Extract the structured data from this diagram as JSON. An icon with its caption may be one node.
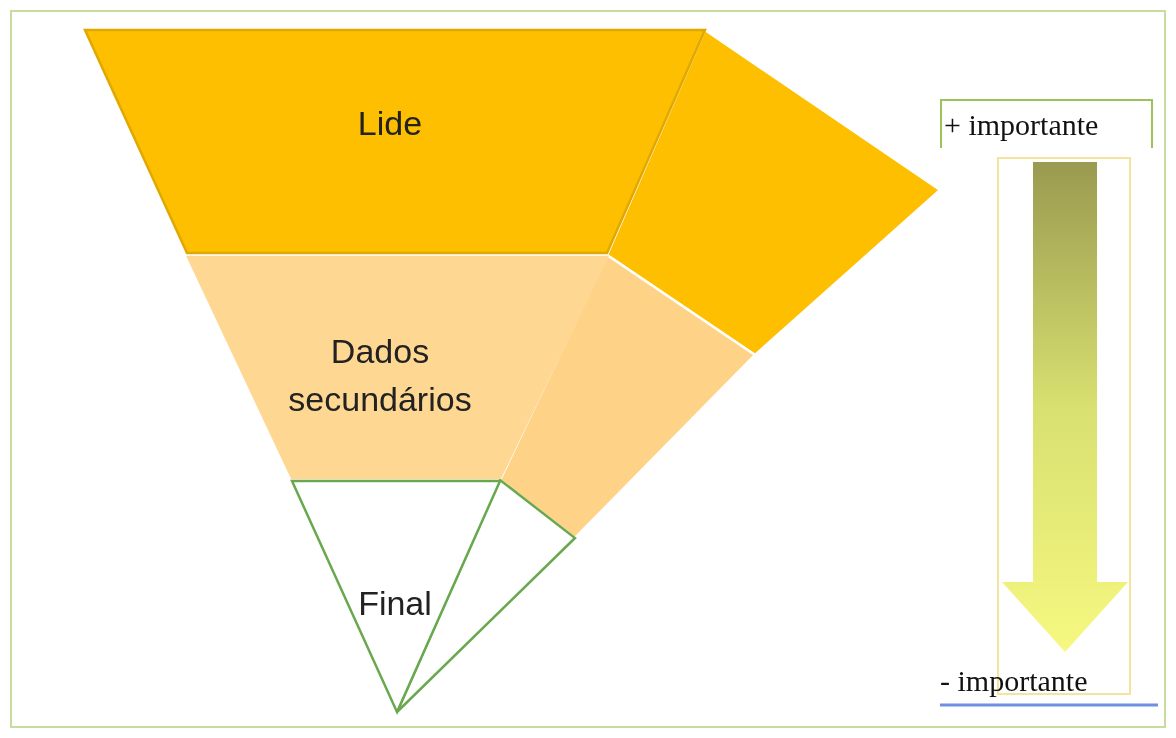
{
  "diagram": {
    "nodes": [
      {
        "text": [
          "Lide"
        ]
      },
      {
        "text": [
          "Dados secundários"
        ]
      },
      {
        "text": [
          "Final"
        ]
      }
    ],
    "labels": [
      "+ importante",
      "- importante"
    ]
  }
}
